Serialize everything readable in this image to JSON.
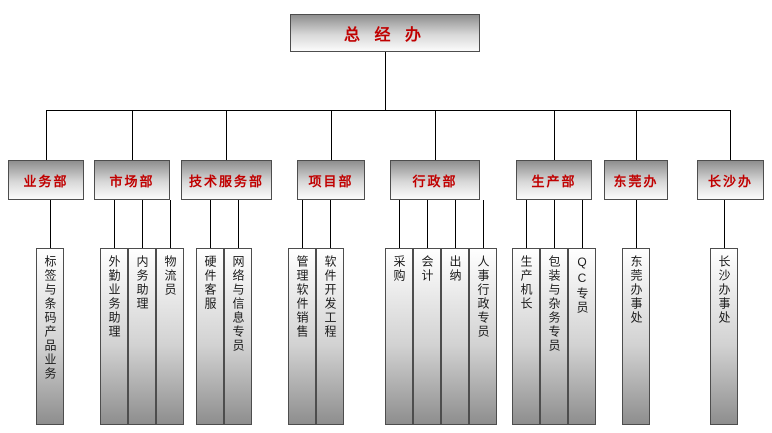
{
  "root": {
    "label": "总 经 办"
  },
  "departments": [
    {
      "label": "业务部",
      "children": [
        "标签与条码产品业务"
      ]
    },
    {
      "label": "市场部",
      "children": [
        "外勤业务助理",
        "内务助理",
        "物流员"
      ]
    },
    {
      "label": "技术服务部",
      "children": [
        "硬件客服",
        "网络与信息专员"
      ]
    },
    {
      "label": "项目部",
      "children": [
        "管理软件销售",
        "软件开发工程"
      ]
    },
    {
      "label": "行政部",
      "children": [
        "采购",
        "会计",
        "出纳",
        "人事行政专员"
      ]
    },
    {
      "label": "生产部",
      "children": [
        "生产机长",
        "包装与杂务专员",
        "QC专员"
      ]
    },
    {
      "label": "东莞办",
      "children": [
        "东莞办事处"
      ]
    },
    {
      "label": "长沙办",
      "children": [
        "长沙办事处"
      ]
    }
  ],
  "colors": {
    "department_text": "#c00000",
    "role_text": "#1a1a1a",
    "connector": "#000000",
    "box_border": "#4d4d4d"
  }
}
